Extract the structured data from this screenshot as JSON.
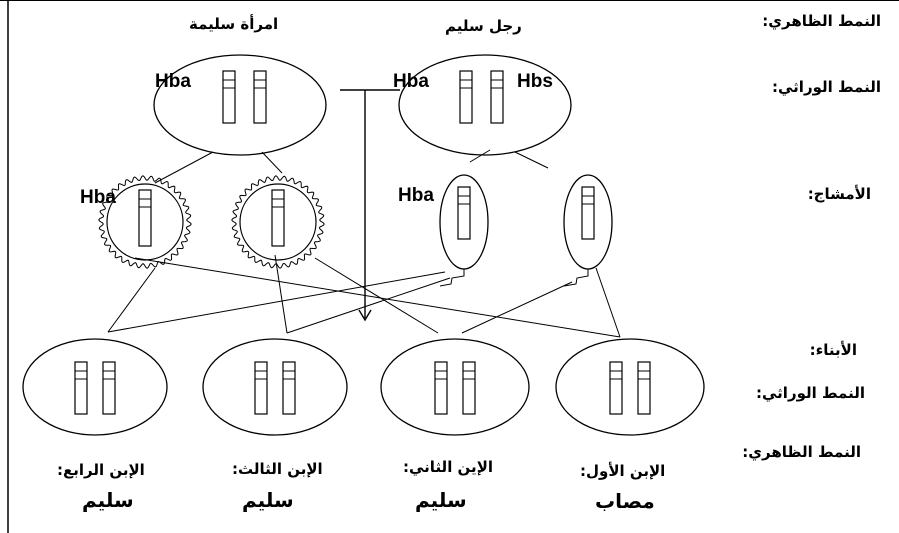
{
  "row_labels": {
    "phenotype_top": "النمط الظاهري:",
    "genotype_top": "النمط الوراثي:",
    "gametes": "الأمشاج:",
    "children": "الأبناء:",
    "genotype_children": "النمط الوراثي:",
    "phenotype_children": "النمط الظاهري:"
  },
  "parents": {
    "mother_phenotype": "امرأة سليمة",
    "father_phenotype": "رجل سليم"
  },
  "alleles": {
    "mother": "Hba",
    "father_left": "Hba",
    "father_right": "Hbs",
    "egg": "Hba",
    "sperm": "Hba"
  },
  "children": [
    {
      "name": "الإبن الأول:",
      "phenotype": "مصاب"
    },
    {
      "name": "الإين الثاني:",
      "phenotype": "سليم"
    },
    {
      "name": "الإبن الثالث:",
      "phenotype": "سليم"
    },
    {
      "name": "الإبن الرابع:",
      "phenotype": "سليم"
    }
  ]
}
